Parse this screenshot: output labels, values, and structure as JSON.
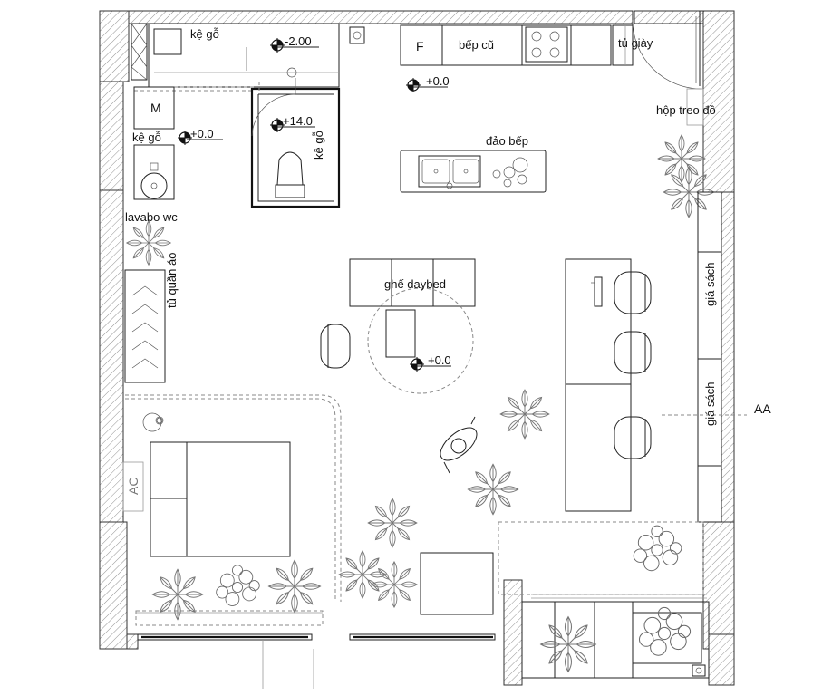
{
  "labels": {
    "ke_go_top": "kệ gỗ",
    "ke_go_left": "kệ gỗ",
    "ke_go_vertical": "kệ gỗ",
    "fridge": "F",
    "washer": "M",
    "bep_cu": "bếp cũ",
    "tu_giay": "tủ giày",
    "hop_treo_do": "hộp treo đồ",
    "dao_bep": "đảo bếp",
    "lavabo_wc": "lavabo wc",
    "tu_quan_ao": "tủ quần áo",
    "ghe_daybed": "ghế daybed",
    "gia_sach_1": "giá sách",
    "gia_sach_2": "giá sách",
    "ac": "AC",
    "section_aa": "AA"
  },
  "levels": {
    "wc_floor": "-2.00",
    "kitchen": "+0.0",
    "wc_basin": "+0.0",
    "wc_shower": "+14.0",
    "living": "+0.0"
  },
  "icons": [
    "level-marker-icon",
    "stove-icon",
    "sink-icon",
    "plant-icon",
    "person-icon",
    "chair-icon",
    "toilet-icon",
    "lamp-icon"
  ]
}
